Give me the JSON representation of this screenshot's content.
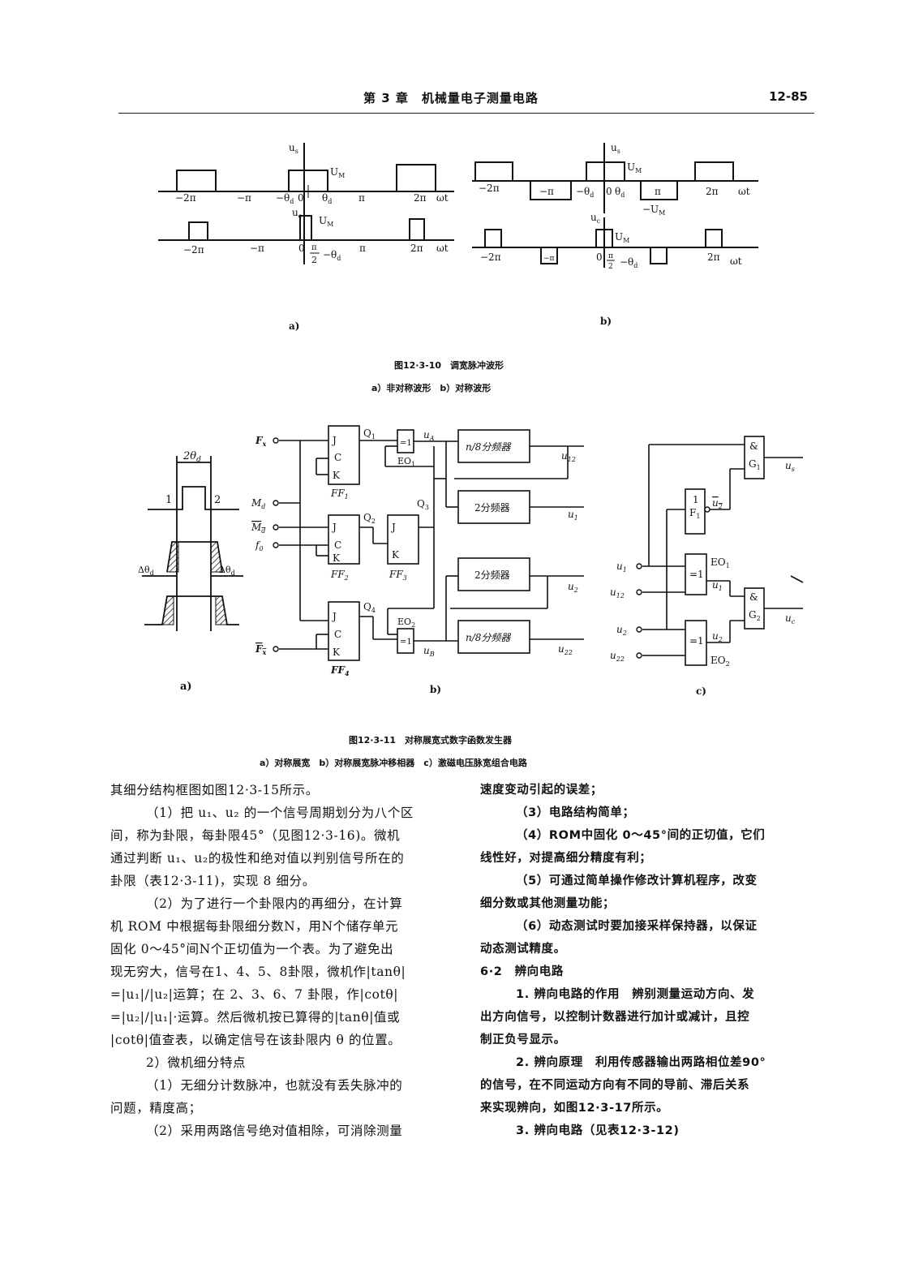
{
  "header": {
    "chapter": "第 3 章　机械量电子测量电路",
    "page_number": "12-85"
  },
  "fig10": {
    "sub_a": "a)",
    "sub_b": "b)",
    "title": "图12·3-10　调宽脉冲波形",
    "subtitle": "a）非对称波形　b）对称波形",
    "labels": {
      "us": "u",
      "uc": "u",
      "UM": "U",
      "neg_UM": "−U",
      "wt": "ωt",
      "neg2pi": "−2π",
      "negpi": "−π",
      "negtheta": "−θ",
      "zero": "0",
      "theta": "θ",
      "pi": "π",
      "twopi": "2π",
      "pi2theta": "−θ"
    }
  },
  "fig11": {
    "title": "图12·3-11　对称展宽式数字函数发生器",
    "subtitle": "a）对称展宽　b）对称展宽脉冲移相器　c）激磁电压脉宽组合电路",
    "sub_a": "a)",
    "sub_b": "b)",
    "sub_c": "c)",
    "a_labels": {
      "width": "2θ",
      "edge1": "1",
      "edge2": "2",
      "dtheta": "Δθ"
    },
    "b_labels": {
      "Fx": "F",
      "Md": "M",
      "Mdbar": "M",
      "f0": "f",
      "Fxbar": "F",
      "J": "J",
      "C": "C",
      "K": "K",
      "FF1": "FF",
      "FF2": "FF",
      "FF3": "FF",
      "FF4": "FF",
      "Q1": "Q",
      "Q2": "Q",
      "Q3": "Q",
      "Q4": "Q",
      "EO1": "EO",
      "EO2": "EO",
      "xor": "=1",
      "uA": "u",
      "uB": "u",
      "div_n8_1": "n/8分频器",
      "div2_1": "2分频器",
      "div2_2": "2分频器",
      "div_n8_2": "n/8分频器",
      "u12": "u",
      "u1": "u",
      "u2": "u",
      "u22": "u"
    },
    "c_labels": {
      "and": "&",
      "G1": "G",
      "G2": "G",
      "not": "1",
      "F1": "F",
      "EO1": "EO",
      "EO2": "EO",
      "xor": "=1",
      "in_u1": "u",
      "in_u12": "u",
      "in_u2": "u",
      "in_u22": "u",
      "us": "u",
      "uc": "u",
      "u2bar": "u",
      "u1mid": "u",
      "u2mid": "u"
    }
  },
  "left_column": [
    "其细分结构框图如图12·3-15所示。",
    "（1）把 u₁、u₂ 的一个信号周期划分为八个区",
    "间，称为卦限，每卦限45°（见图12·3-16)。微机",
    "通过判断 u₁、u₂的极性和绝对值以判别信号所在的",
    "卦限（表12·3-11)，实现 8 细分。",
    "（2）为了进行一个卦限内的再细分，在计算",
    "机 ROM 中根据每卦限细分数N，用N个储存单元",
    "固化 0～45°间N个正切值为一个表。为了避免出",
    "现无穷大，信号在1、4、5、8卦限，微机作|tanθ|",
    "=|u₁|/|u₂|运算；在 2、3、6、7 卦限，作|cotθ|",
    "=|u₂|/|u₁|·运算。然后微机按已算得的|tanθ|值或",
    "|cotθ|值查表，以确定信号在该卦限内 θ 的位置。",
    "2）微机细分特点",
    "（1）无细分计数脉冲，也就没有丢失脉冲的",
    "问题，精度高；",
    "（2）采用两路信号绝对值相除，可消除测量"
  ],
  "right_column": [
    "速度变动引起的误差；",
    "（3）电路结构简单；",
    "（4）ROM中固化 0～45°间的正切值，它们",
    "线性好，对提高细分精度有利；",
    "（5）可通过简单操作修改计算机程序，改变",
    "细分数或其他测量功能；",
    "（6）动态测试时要加接采样保持器，以保证",
    "动态测试精度。",
    "6·2　辨向电路",
    "1. 辨向电路的作用　辨别测量运动方向、发",
    "出方向信号，以控制计数器进行加计或减计，且控",
    "制正负号显示。",
    "2. 辨向原理　利用传感器输出两路相位差90°",
    "的信号，在不同运动方向有不同的导前、滞后关系",
    "来实现辨向，如图12·3-17所示。",
    "3. 辨向电路（见表12·3-12)"
  ]
}
